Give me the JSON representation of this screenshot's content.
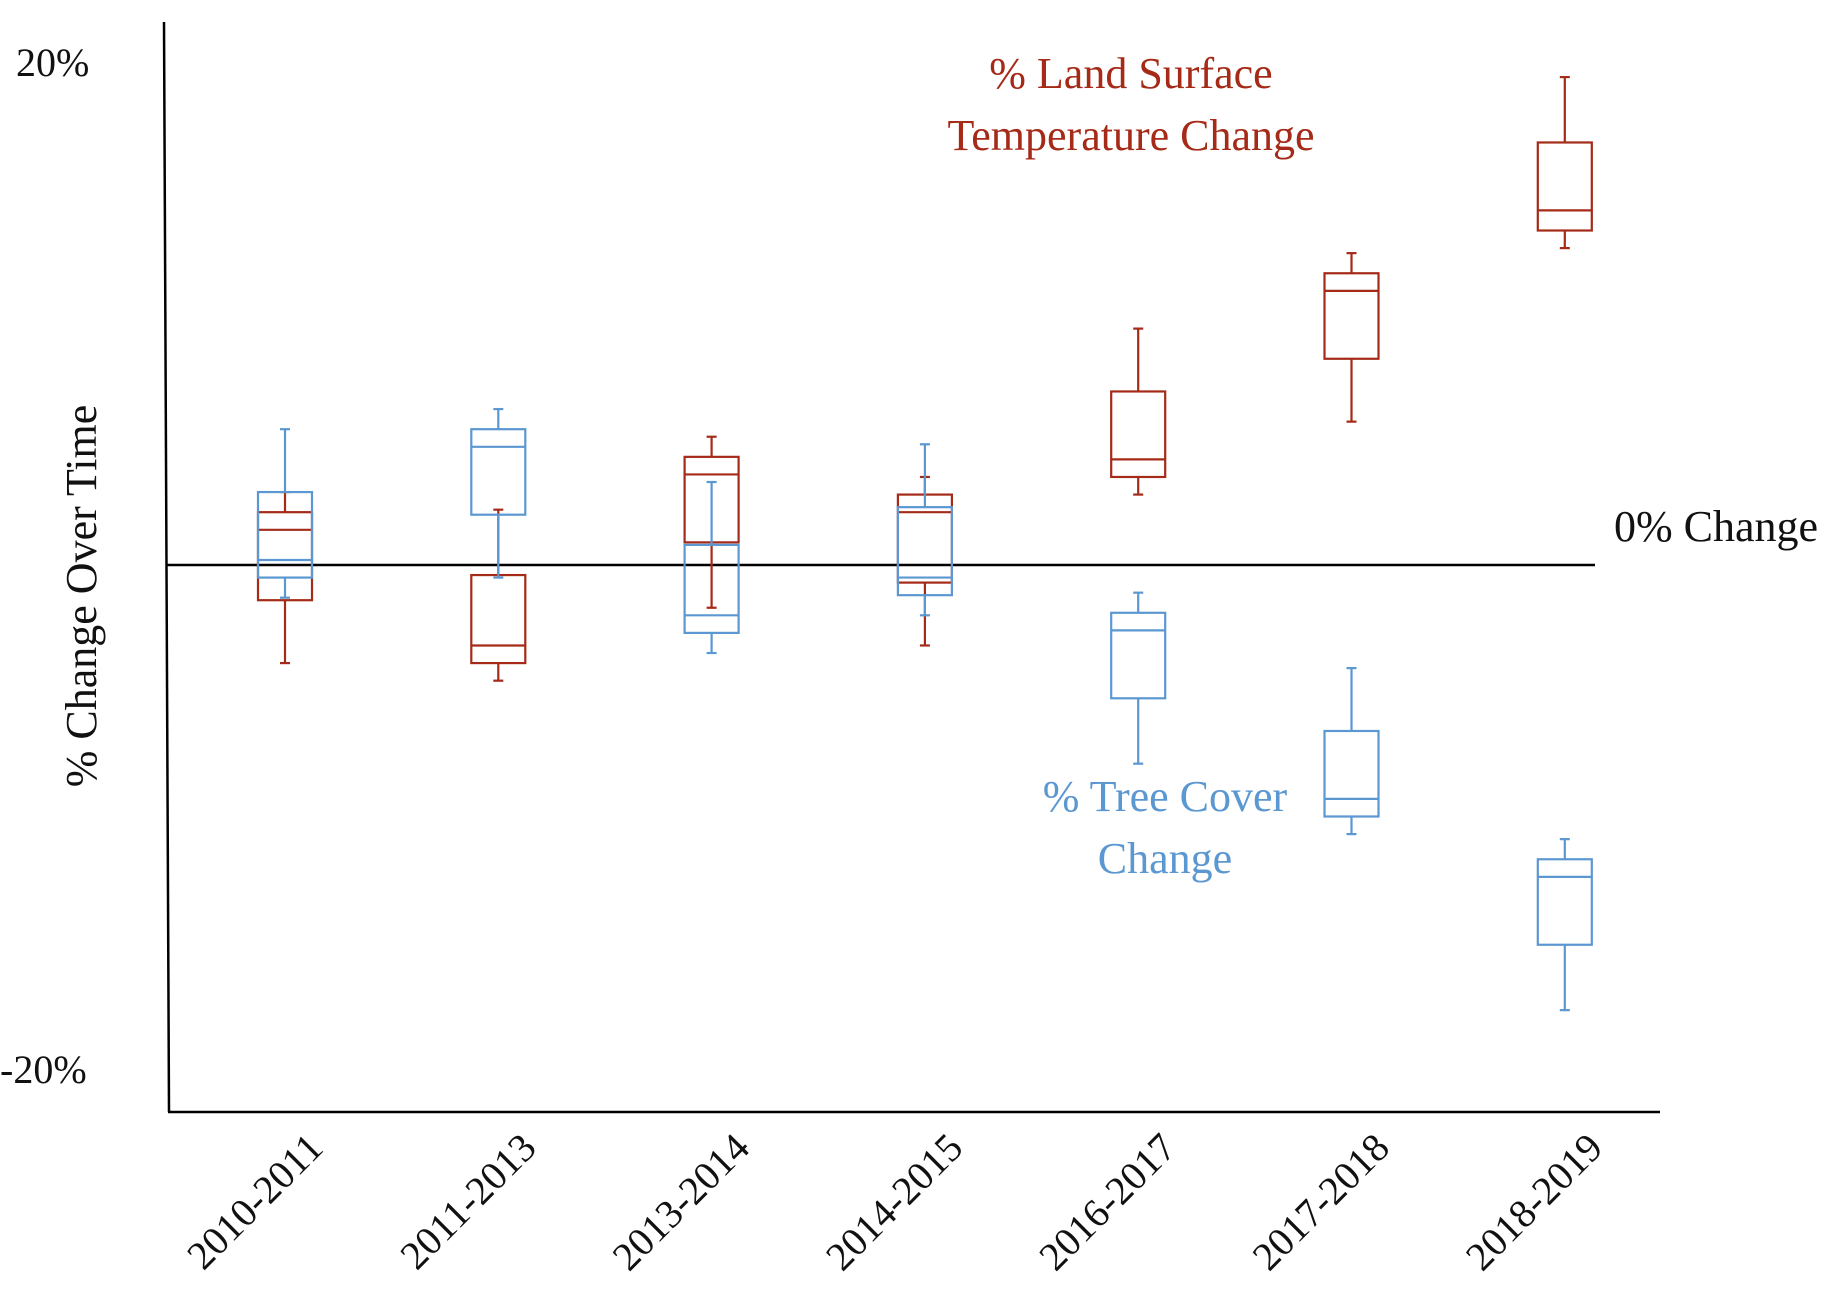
{
  "chart_data": {
    "type": "box",
    "categories": [
      "2010-2011",
      "2011-2013",
      "2013-2014",
      "2014-2015",
      "2016-2017",
      "2017-2018",
      "2018-2019"
    ],
    "ylabel": "% Change Over Time",
    "ytick_labels": [
      "20%",
      "-20%"
    ],
    "ylim": [
      -20,
      20
    ],
    "reference_line": {
      "y": 0,
      "label": "0% Change"
    },
    "grid": false,
    "series": [
      {
        "name": "% Land Surface Temperature Change",
        "label_lines": [
          "% Land Surface",
          "Temperature Change"
        ],
        "color": "#a52a17",
        "boxes": [
          {
            "whisker_low": -3.9,
            "q1": -1.4,
            "median": 1.4,
            "q3": 2.1,
            "whisker_high": 2.9
          },
          {
            "whisker_low": -4.6,
            "q1": -3.9,
            "median": -3.2,
            "q3": -0.4,
            "whisker_high": 2.2
          },
          {
            "whisker_low": -1.7,
            "q1": 0.9,
            "median": 3.6,
            "q3": 4.3,
            "whisker_high": 5.1
          },
          {
            "whisker_low": -3.2,
            "q1": -0.7,
            "median": 2.1,
            "q3": 2.8,
            "whisker_high": 3.5
          },
          {
            "whisker_low": 2.8,
            "q1": 3.5,
            "median": 4.2,
            "q3": 6.9,
            "whisker_high": 9.4
          },
          {
            "whisker_low": 5.7,
            "q1": 8.2,
            "median": 10.9,
            "q3": 11.6,
            "whisker_high": 12.4
          },
          {
            "whisker_low": 12.6,
            "q1": 13.3,
            "median": 14.1,
            "q3": 16.8,
            "whisker_high": 19.4
          }
        ]
      },
      {
        "name": "% Tree Cover Change",
        "label_lines": [
          "% Tree Cover",
          "Change"
        ],
        "color": "#5b97d1",
        "boxes": [
          {
            "whisker_low": -1.3,
            "q1": -0.5,
            "median": 0.2,
            "q3": 2.9,
            "whisker_high": 5.4
          },
          {
            "whisker_low": -0.5,
            "q1": 2.0,
            "median": 4.7,
            "q3": 5.4,
            "whisker_high": 6.2
          },
          {
            "whisker_low": -3.5,
            "q1": -2.7,
            "median": -2.0,
            "q3": 0.8,
            "whisker_high": 3.3
          },
          {
            "whisker_low": -2.0,
            "q1": -1.2,
            "median": -0.5,
            "q3": 2.3,
            "whisker_high": 4.8
          },
          {
            "whisker_low": -7.9,
            "q1": -5.3,
            "median": -2.6,
            "q3": -1.9,
            "whisker_high": -1.1
          },
          {
            "whisker_low": -10.7,
            "q1": -10.0,
            "median": -9.3,
            "q3": -6.6,
            "whisker_high": -4.1
          },
          {
            "whisker_low": -17.7,
            "q1": -15.1,
            "median": -12.4,
            "q3": -11.7,
            "whisker_high": -10.9
          }
        ]
      }
    ]
  }
}
